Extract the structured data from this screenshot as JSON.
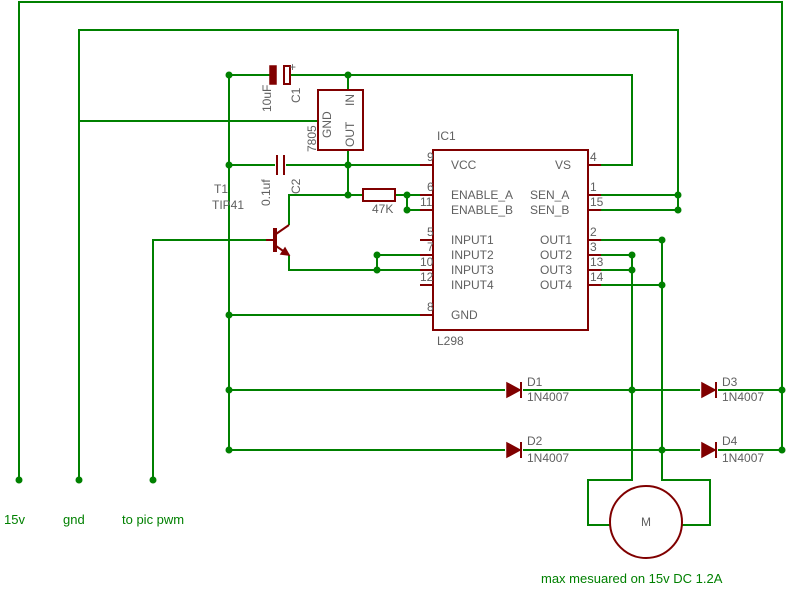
{
  "net_labels": {
    "v15": "15v",
    "gnd": "gnd",
    "pwm": "to pic pwm"
  },
  "note": "max mesuared on 15v DC 1.2A",
  "ic1": {
    "ref": "IC1",
    "value": "L298",
    "left_pins": [
      {
        "num": "9",
        "name": "VCC"
      },
      {
        "num": "6",
        "name": "ENABLE_A"
      },
      {
        "num": "11",
        "name": "ENABLE_B"
      },
      {
        "num": "5",
        "name": "INPUT1"
      },
      {
        "num": "7",
        "name": "INPUT2"
      },
      {
        "num": "10",
        "name": "INPUT3"
      },
      {
        "num": "12",
        "name": "INPUT4"
      },
      {
        "num": "8",
        "name": "GND"
      }
    ],
    "right_pins": [
      {
        "num": "4",
        "name": "VS"
      },
      {
        "num": "1",
        "name": "SEN_A"
      },
      {
        "num": "15",
        "name": "SEN_B"
      },
      {
        "num": "2",
        "name": "OUT1"
      },
      {
        "num": "3",
        "name": "OUT2"
      },
      {
        "num": "13",
        "name": "OUT3"
      },
      {
        "num": "14",
        "name": "OUT4"
      }
    ]
  },
  "regulator": {
    "value": "7805",
    "pin_gnd": "GND",
    "pin_in": "IN",
    "pin_out": "OUT"
  },
  "c1": {
    "ref": "C1",
    "value": "10uF",
    "plus": "+"
  },
  "c2": {
    "ref": "C2",
    "value": "0.1uf"
  },
  "t1": {
    "ref": "T1",
    "value": "TIP41"
  },
  "r1": {
    "value": "47K"
  },
  "diodes": [
    {
      "ref": "D1",
      "value": "1N4007"
    },
    {
      "ref": "D2",
      "value": "1N4007"
    },
    {
      "ref": "D3",
      "value": "1N4007"
    },
    {
      "ref": "D4",
      "value": "1N4007"
    }
  ],
  "motor": {
    "label": "M"
  }
}
